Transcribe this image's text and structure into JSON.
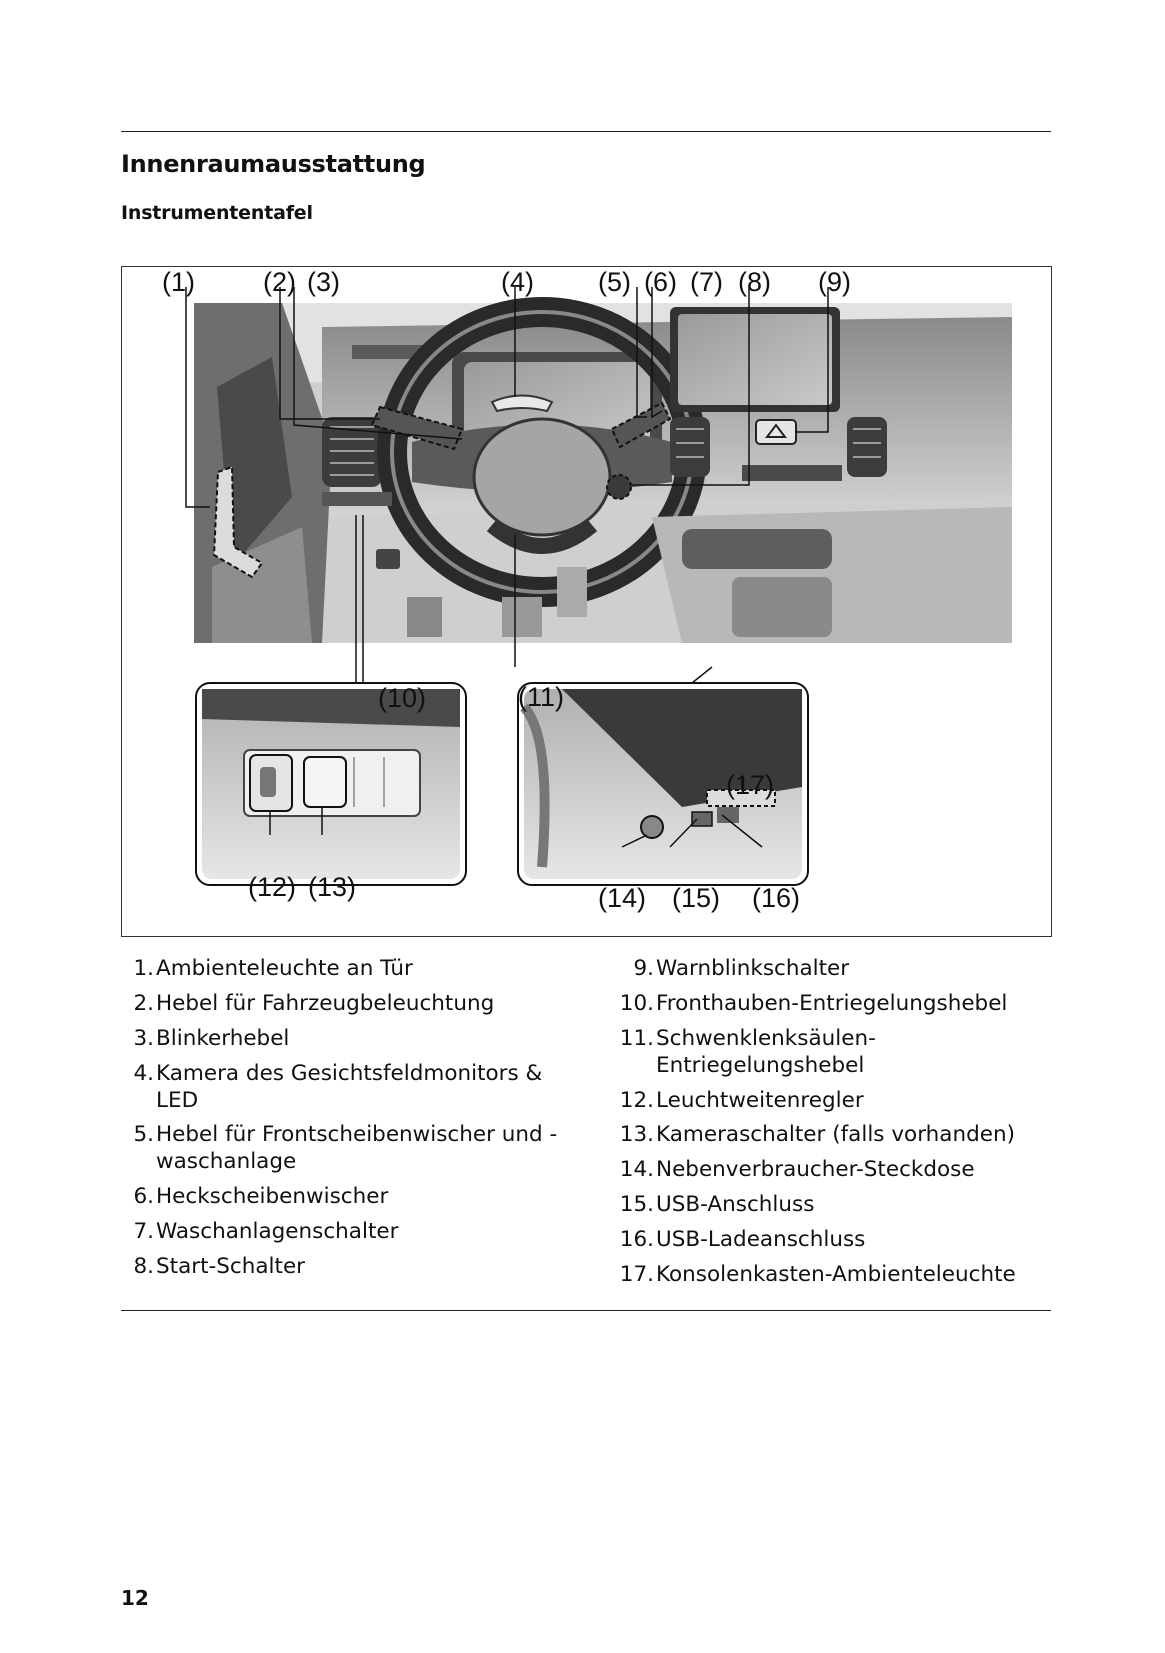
{
  "section_title": "Innenraumausstattung",
  "subsection_title": "Instrumententafel",
  "callouts": {
    "c1": "(1)",
    "c2": "(2)",
    "c3": "(3)",
    "c4": "(4)",
    "c5": "(5)",
    "c6": "(6)",
    "c7": "(7)",
    "c8": "(8)",
    "c9": "(9)",
    "c10": "(10)",
    "c11": "(11)",
    "c12": "(12)",
    "c13": "(13)",
    "c14": "(14)",
    "c15": "(15)",
    "c16": "(16)",
    "c17": "(17)"
  },
  "legend_left": [
    {
      "num": "1.",
      "text": "Ambienteleuchte an Tür"
    },
    {
      "num": "2.",
      "text": "Hebel für Fahrzeugbeleuchtung"
    },
    {
      "num": "3.",
      "text": "Blinkerhebel"
    },
    {
      "num": "4.",
      "text": "Kamera des Gesichtsfeldmonitors & LED"
    },
    {
      "num": "5.",
      "text": "Hebel für Frontscheibenwischer und -waschanlage"
    },
    {
      "num": "6.",
      "text": "Heckscheibenwischer"
    },
    {
      "num": "7.",
      "text": "Waschanlagenschalter"
    },
    {
      "num": "8.",
      "text": "Start-Schalter"
    }
  ],
  "legend_right": [
    {
      "num": "9.",
      "text": "Warnblinkschalter"
    },
    {
      "num": "10.",
      "text": "Fronthauben-Entriegelungshebel"
    },
    {
      "num": "11.",
      "text": "Schwenklenksäulen-Entriegelungshebel"
    },
    {
      "num": "12.",
      "text": "Leuchtweitenregler"
    },
    {
      "num": "13.",
      "text": "Kameraschalter (falls vorhanden)"
    },
    {
      "num": "14.",
      "text": "Nebenverbraucher-Steckdose"
    },
    {
      "num": "15.",
      "text": "USB-Anschluss"
    },
    {
      "num": "16.",
      "text": "USB-Ladeanschluss"
    },
    {
      "num": "17.",
      "text": "Konsolenkasten-Ambienteleuchte"
    }
  ],
  "page_number": "12"
}
